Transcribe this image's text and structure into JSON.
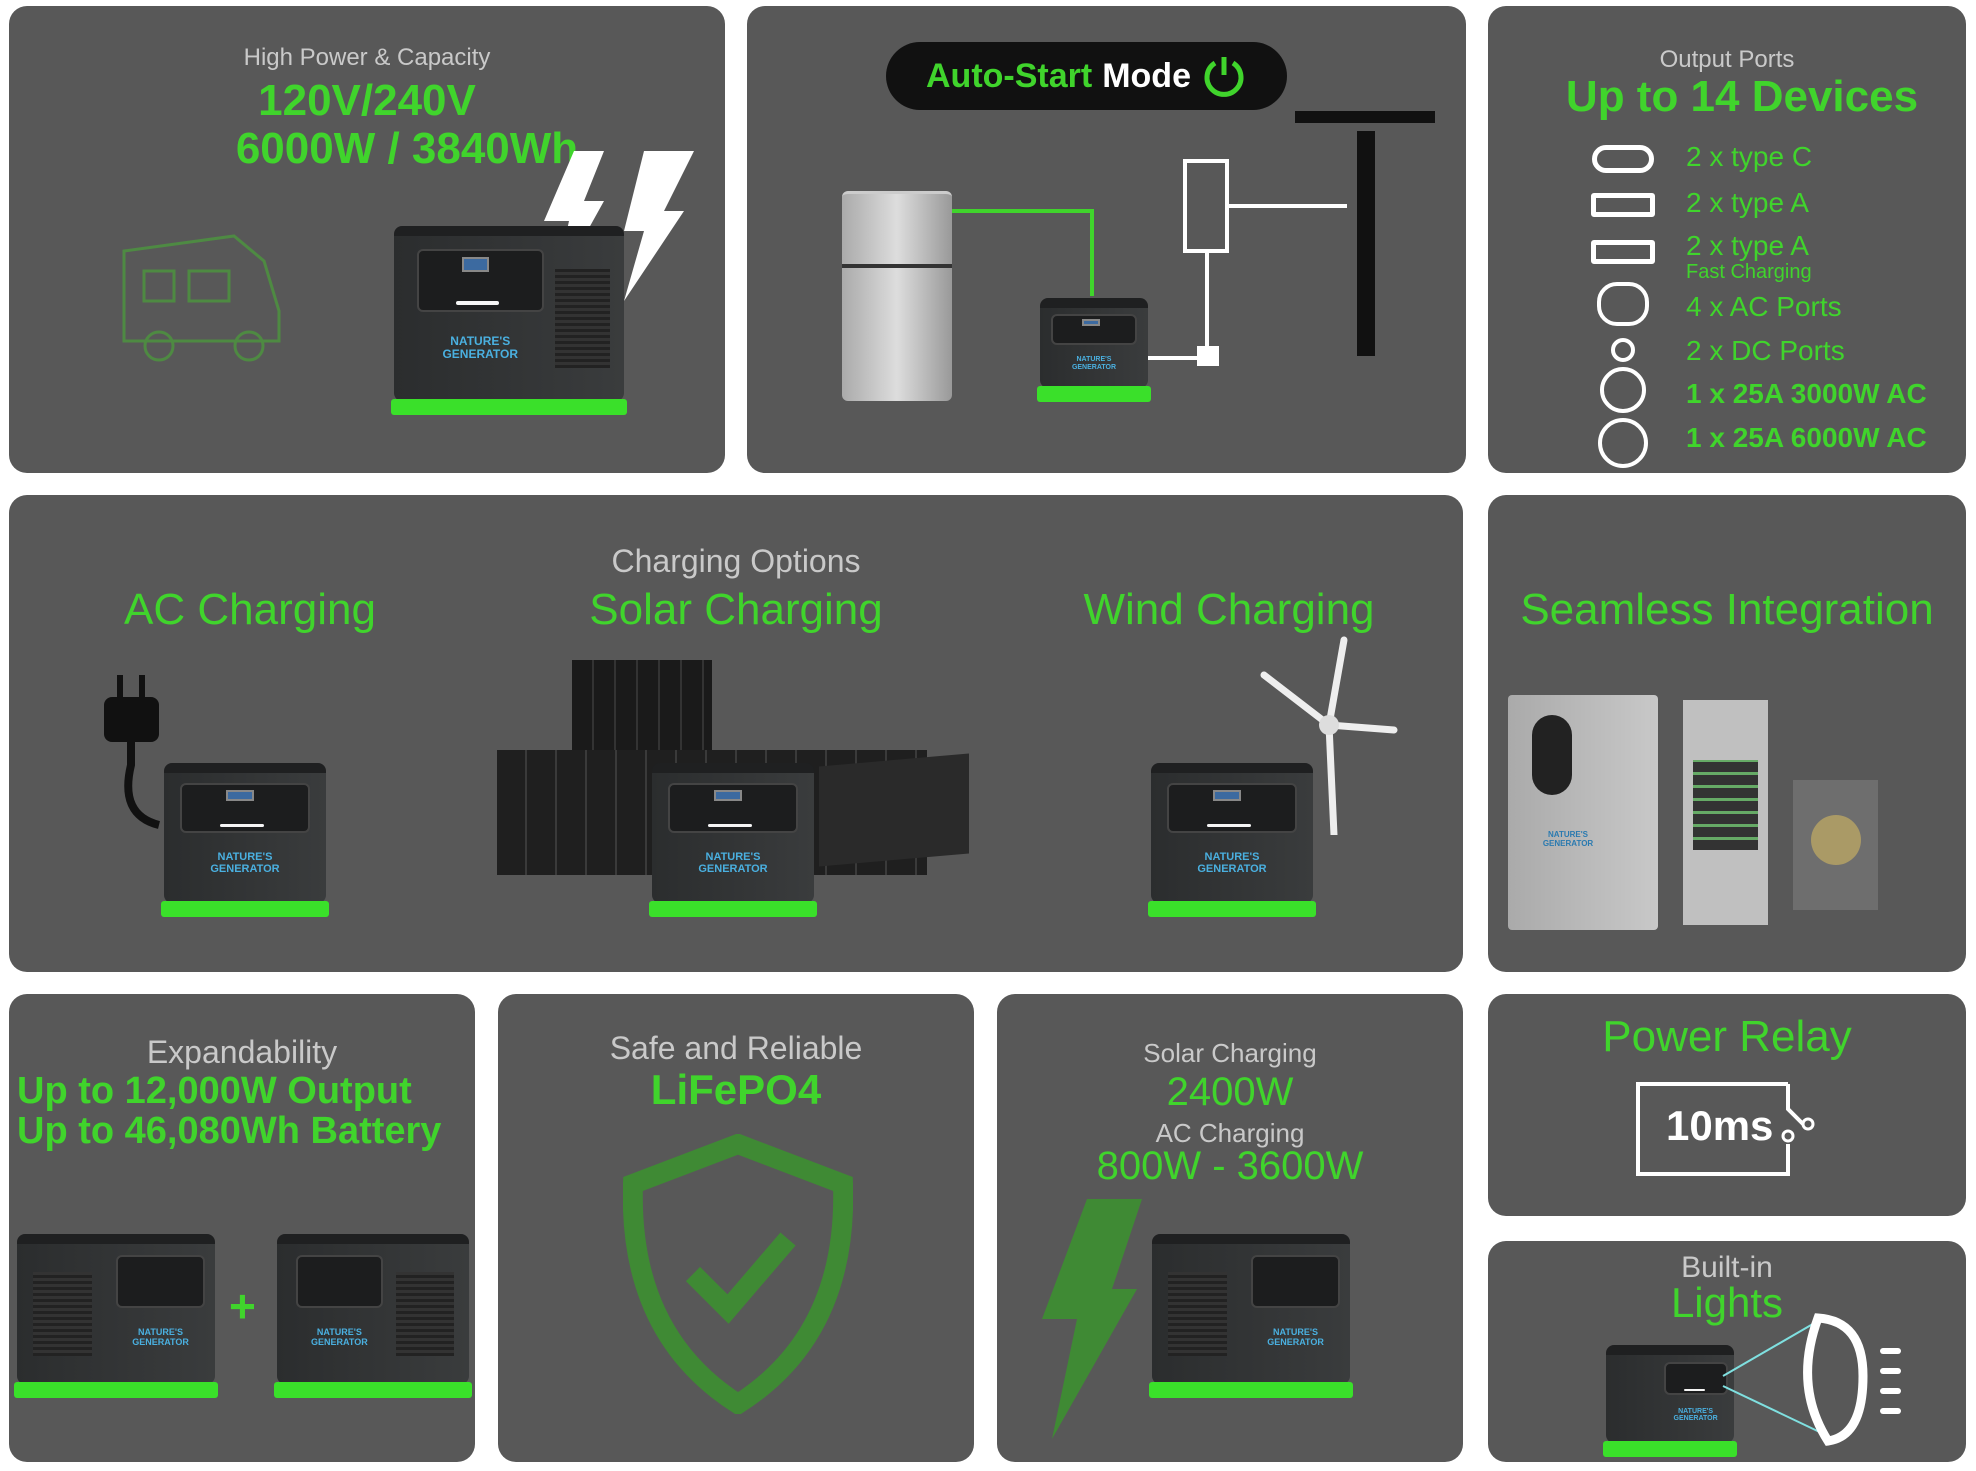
{
  "colors": {
    "accent": "#40d42c",
    "panel": "#585858",
    "text_muted": "#c9c9c9"
  },
  "brand": "NATURE'S GENERATOR",
  "capacity": {
    "subtitle": "High Power  & Capacity",
    "line1": "120V/240V",
    "line2": "6000W / 3840Wh"
  },
  "autostart": {
    "label_green": "Auto-Start",
    "label_white": "Mode",
    "icon": "power-icon"
  },
  "outputs": {
    "subtitle": "Output Ports",
    "title": "Up to 14 Devices",
    "items": [
      {
        "icon": "usb-c-icon",
        "label": "2 x type C"
      },
      {
        "icon": "usb-a-icon",
        "label": "2 x type A"
      },
      {
        "icon": "usb-a-icon",
        "label": "2 x type A",
        "note": "Fast Charging"
      },
      {
        "icon": "ac-outlet-icon",
        "label": "4 x AC Ports"
      },
      {
        "icon": "dc-port-icon",
        "label": "2 x DC Ports"
      },
      {
        "icon": "tt30-outlet-icon",
        "label": "1 x 25A 3000W AC"
      },
      {
        "icon": "l14-30-outlet-icon",
        "label": "1 x 25A 6000W AC"
      }
    ]
  },
  "charging": {
    "subtitle": "Charging Options",
    "ac": "AC Charging",
    "solar": "Solar Charging",
    "wind": "Wind Charging"
  },
  "integration": {
    "title": "Seamless Integration"
  },
  "expand": {
    "subtitle": "Expandability",
    "line1": "Up to 12,000W  Output",
    "line2": "Up to 46,080Wh Battery",
    "plus": "+"
  },
  "safe": {
    "subtitle": "Safe and Reliable",
    "title": "LiFePO4"
  },
  "speeds": {
    "solar_label": "Solar Charging",
    "solar_value": "2400W",
    "ac_label": "AC Charging",
    "ac_value": "800W - 3600W"
  },
  "relay": {
    "title": "Power Relay",
    "value": "10ms"
  },
  "lights": {
    "subtitle": "Built-in",
    "title": "Lights"
  }
}
